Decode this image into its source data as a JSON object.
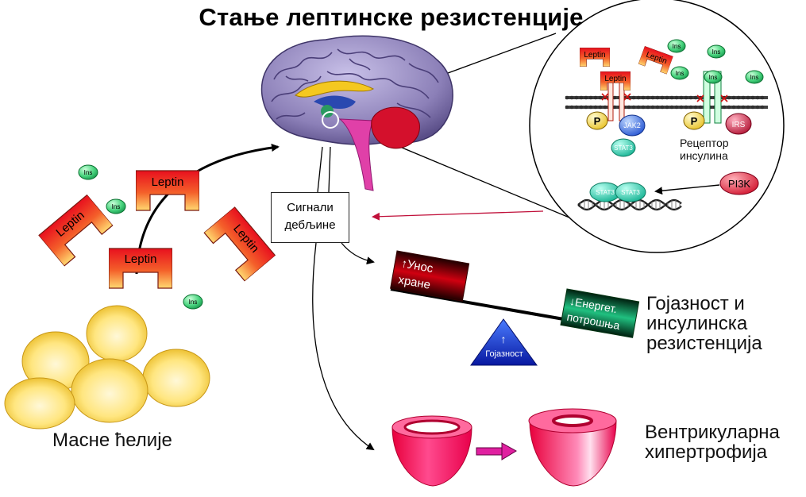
{
  "title": "Стање лептинске резистенције",
  "fat_cells_label": "Масне ћелије",
  "signal_box": {
    "line1": "Сигнали",
    "line2": "дебљине"
  },
  "receptor_label": {
    "line1": "Рецептор",
    "line2": "инсулина"
  },
  "seesaw": {
    "intake": "↑Унос хране",
    "expenditure": "↓Енергет. потрошња",
    "fulcrum": "↑ Гојазност"
  },
  "outcome_1": {
    "line1": "Гојазност и",
    "line2": "инсулинска",
    "line3": "резистенција"
  },
  "outcome_2": {
    "line1": "Вентрикуларна",
    "line2": "хипертрофија"
  },
  "hormones": {
    "leptin": "Leptin",
    "ins": "Ins"
  },
  "molecules": {
    "p": "P",
    "jak2": "JAK2",
    "irs": "IRS",
    "stat3": "STAT3",
    "pi3k": "PI3K"
  },
  "colors": {
    "leptin_red": "#e8101e",
    "leptin_yellow": "#ffd060",
    "ins_green": "#2fc46a",
    "fat_yellow": "#ffe070",
    "heart_pink": "#ff3c8a",
    "seesaw_blue": "#1030b0",
    "intake_red": "#c00010",
    "expenditure_green": "#10a060"
  }
}
